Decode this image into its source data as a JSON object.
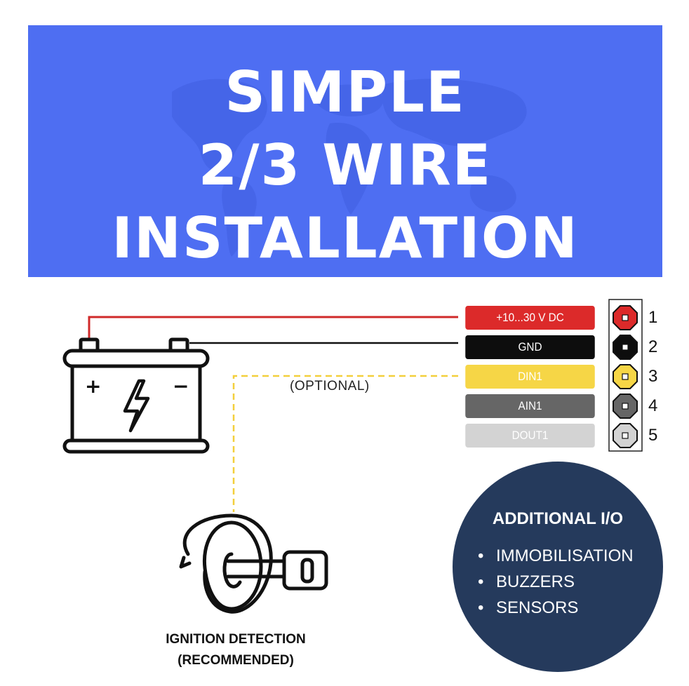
{
  "header": {
    "title_lines": [
      "SIMPLE",
      "2/3 WIRE",
      "INSTALLATION"
    ],
    "background_color": "#4e6ef2"
  },
  "battery": {
    "plus_symbol": "+",
    "minus_symbol": "−",
    "icon": "battery-icon"
  },
  "connector": {
    "wires": [
      {
        "label": "+10...30 V DC",
        "pin": "1",
        "color": "#dc2a2a",
        "text_color": "#ffffff"
      },
      {
        "label": "GND",
        "pin": "2",
        "color": "#0d0d0d",
        "text_color": "#ffffff"
      },
      {
        "label": "DIN1",
        "pin": "3",
        "color": "#f6d646",
        "text_color": "#ffffff"
      },
      {
        "label": "AIN1",
        "pin": "4",
        "color": "#666666",
        "text_color": "#ffffff"
      },
      {
        "label": "DOUT1",
        "pin": "5",
        "color": "#d3d3d3",
        "text_color": "#ffffff"
      }
    ]
  },
  "optional_label": "(OPTIONAL)",
  "ignition": {
    "icon": "ignition-key-icon",
    "line1": "IGNITION DETECTION",
    "line2": "(RECOMMENDED)"
  },
  "additional_io": {
    "title": "ADDITIONAL I/O",
    "items": [
      "IMMOBILISATION",
      "BUZZERS",
      "SENSORS"
    ],
    "color": "#253a5c"
  }
}
